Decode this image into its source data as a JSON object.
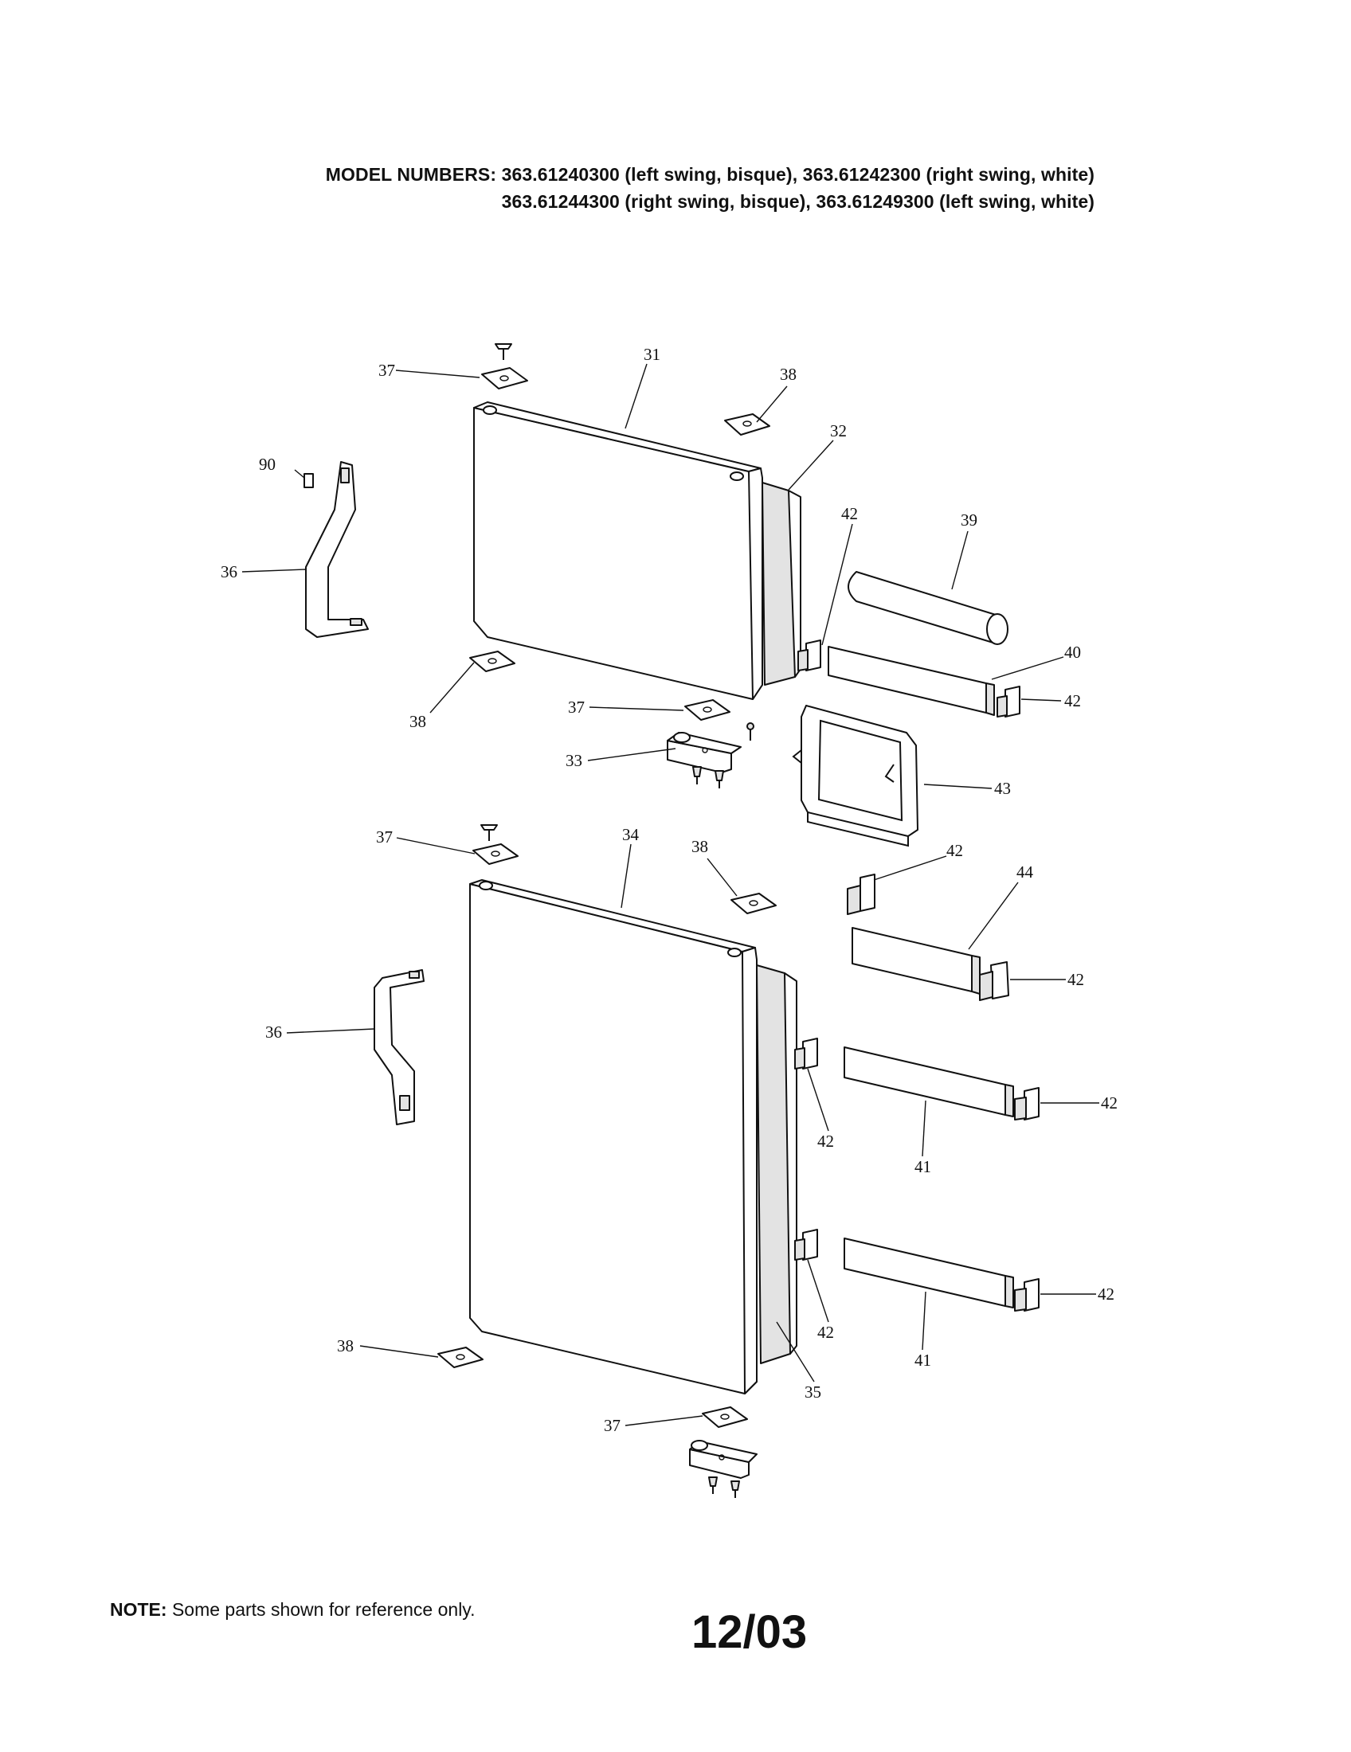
{
  "header": {
    "label": "MODEL NUMBERS:",
    "line1": "363.61240300 (left swing, bisque), 363.61242300 (right swing, white)",
    "line2": "363.61244300 (right swing, bisque), 363.61249300 (left swing, white)"
  },
  "callouts": {
    "p31": "31",
    "p32": "32",
    "p33": "33",
    "p34": "34",
    "p35": "35",
    "p36": "36",
    "p37": "37",
    "p38": "38",
    "p39": "39",
    "p40": "40",
    "p41": "41",
    "p42": "42",
    "p43": "43",
    "p44": "44",
    "p90": "90"
  },
  "footer": {
    "note_label": "NOTE:",
    "note_text": "Some parts shown for reference only.",
    "page_code": "12/03"
  }
}
